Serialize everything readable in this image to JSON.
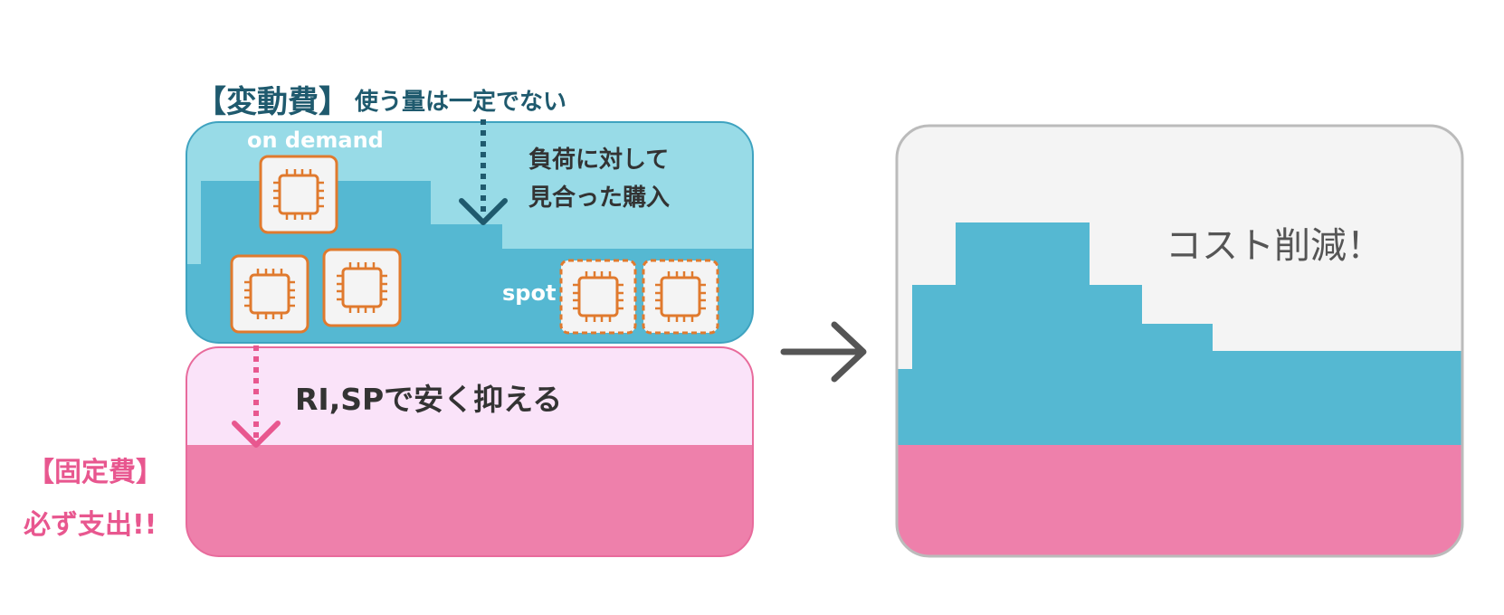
{
  "variable_cost": {
    "title": "【変動費】",
    "subtitle": "使う量は一定でない",
    "on_demand_label": "on demand",
    "spot_label": "spot",
    "note_line1": "負荷に対して",
    "note_line2": "見合った購入",
    "ri_sp_label": "RI,SPで安く抑える"
  },
  "fixed_cost": {
    "title": "【固定費】",
    "subtitle": "必ず支出!!"
  },
  "result": {
    "label": "コスト削減！"
  },
  "icons": [
    "cpu-chip-icon",
    "arrow-right-icon",
    "dotted-arrow-down-icon"
  ],
  "colors": {
    "variable_blue": "#55b8d2",
    "variable_light_blue": "#98dbe7",
    "fixed_pink": "#ee80ab",
    "light_pink": "#fae3f9",
    "chip_orange": "#e07a2e",
    "dark_teal": "#1f5a6e",
    "gray_panel": "#f4f4f4",
    "arrow_gray": "#555555"
  }
}
